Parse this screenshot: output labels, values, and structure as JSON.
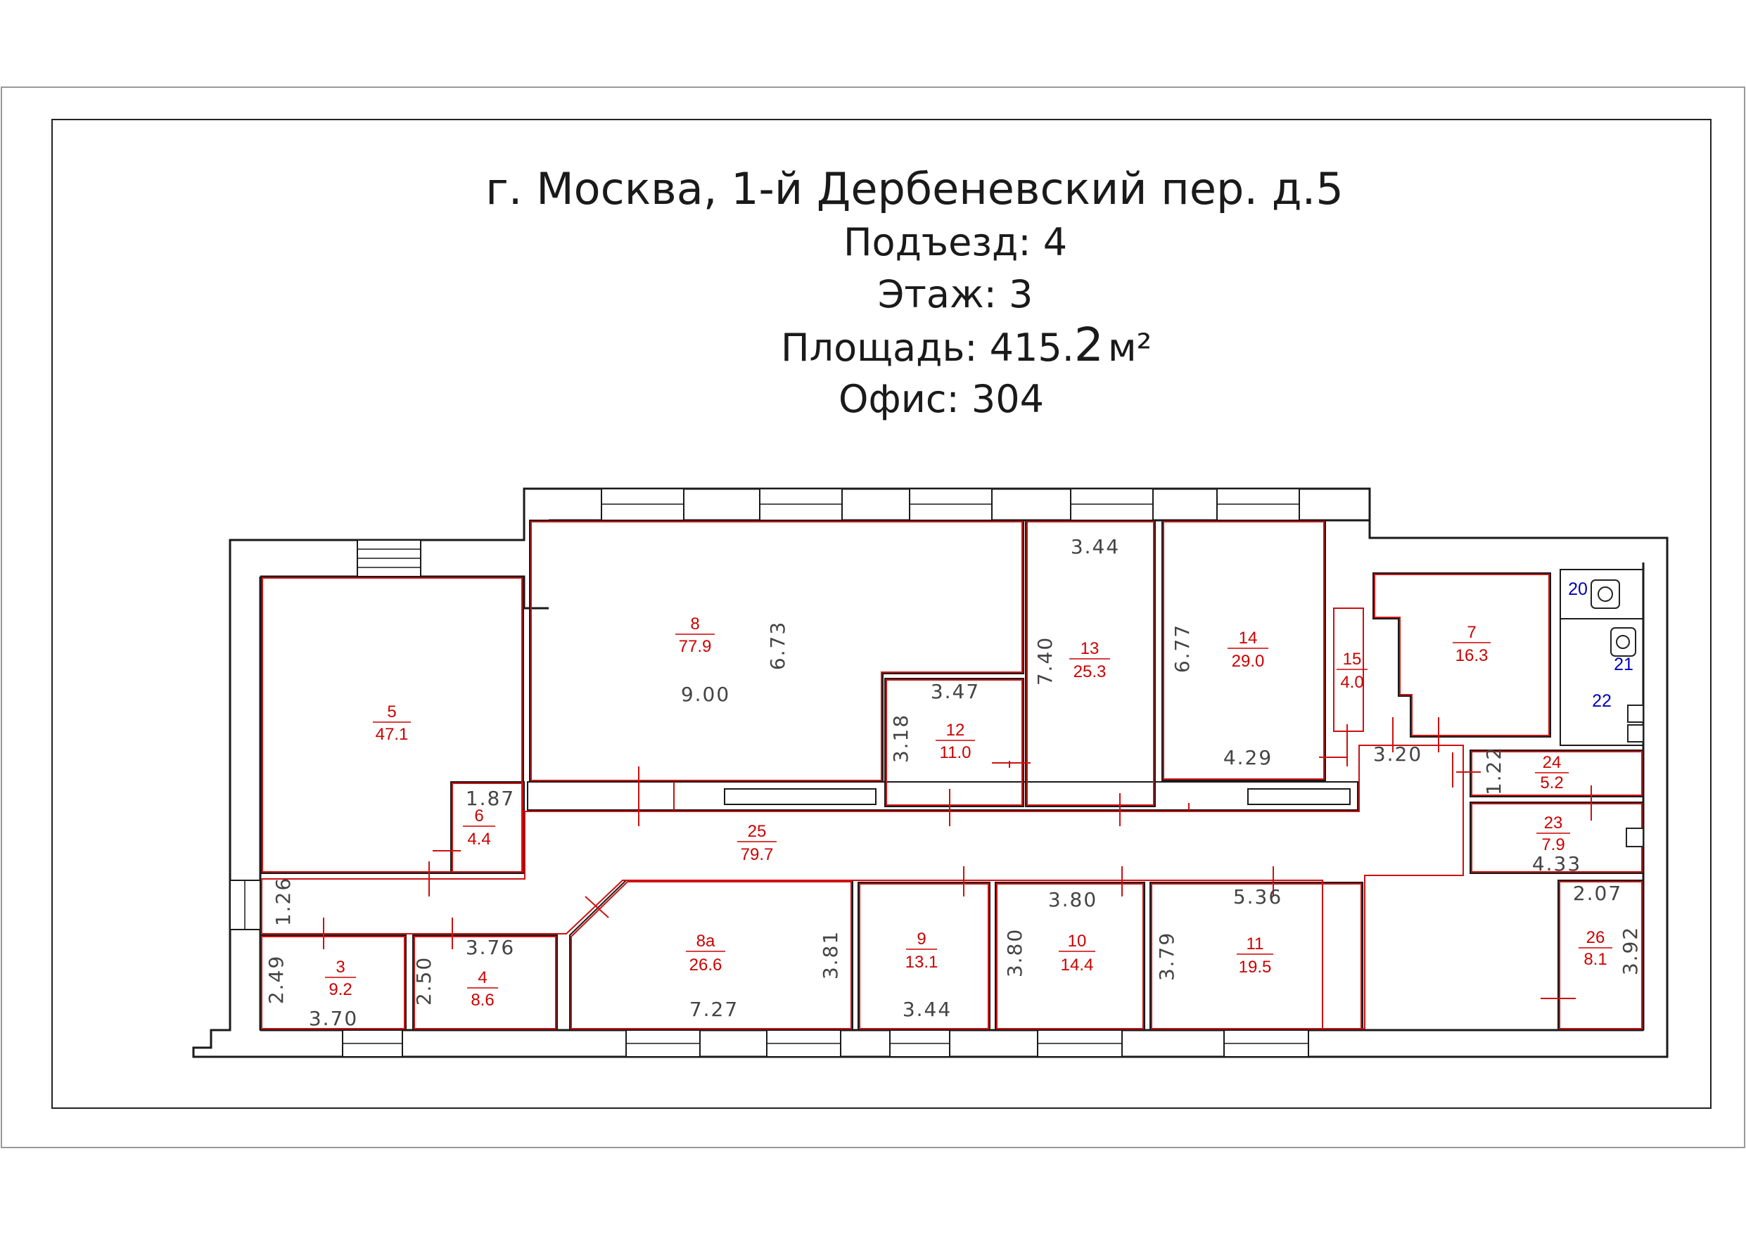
{
  "header": {
    "address": "г. Москва, 1-й Дербеневский пер. д.5",
    "entrance": "Подъезд: 4",
    "floor": "Этаж: 3",
    "area_label": "Площадь:  415.",
    "area_big": "2",
    "area_unit": "м²",
    "office": "Офис: 304"
  },
  "rooms": [
    {
      "id": "5",
      "area": "47.1"
    },
    {
      "id": "8",
      "area": "77.9"
    },
    {
      "id": "13",
      "area": "25.3"
    },
    {
      "id": "14",
      "area": "29.0"
    },
    {
      "id": "15",
      "area": "4.0"
    },
    {
      "id": "7",
      "area": "16.3"
    },
    {
      "id": "12",
      "area": "11.0"
    },
    {
      "id": "6",
      "area": "4.4"
    },
    {
      "id": "25",
      "area": "79.7"
    },
    {
      "id": "24",
      "area": "5.2"
    },
    {
      "id": "23",
      "area": "7.9"
    },
    {
      "id": "3",
      "area": "9.2"
    },
    {
      "id": "4",
      "area": "8.6"
    },
    {
      "id": "8а",
      "area": "26.6"
    },
    {
      "id": "9",
      "area": "13.1"
    },
    {
      "id": "10",
      "area": "14.4"
    },
    {
      "id": "11",
      "area": "19.5"
    },
    {
      "id": "26",
      "area": "8.1"
    }
  ],
  "sanitary": {
    "r20": "20",
    "r21": "21",
    "r22": "22"
  },
  "dims": {
    "d344_top": "3.44",
    "d673": "6.73",
    "d900": "9.00",
    "d347": "3.47",
    "d318": "3.18",
    "d740": "7.40",
    "d677": "6.77",
    "d429": "4.29",
    "d320": "3.20",
    "d122": "1.22",
    "d433": "4.33",
    "d187": "1.87",
    "d126": "1.26",
    "d249": "2.49",
    "d370": "3.70",
    "d250": "2.50",
    "d376": "3.76",
    "d381": "3.81",
    "d727": "7.27",
    "d344_bot": "3.44",
    "d380_h": "3.80",
    "d380_v": "3.80",
    "d536": "5.36",
    "d379": "3.79",
    "d207": "2.07",
    "d392": "3.92"
  },
  "colors": {
    "room_outline": "#cc1111",
    "room_label": "#cc0000",
    "sanitary_label": "#0000bb",
    "wall": "#1a1a1a"
  }
}
